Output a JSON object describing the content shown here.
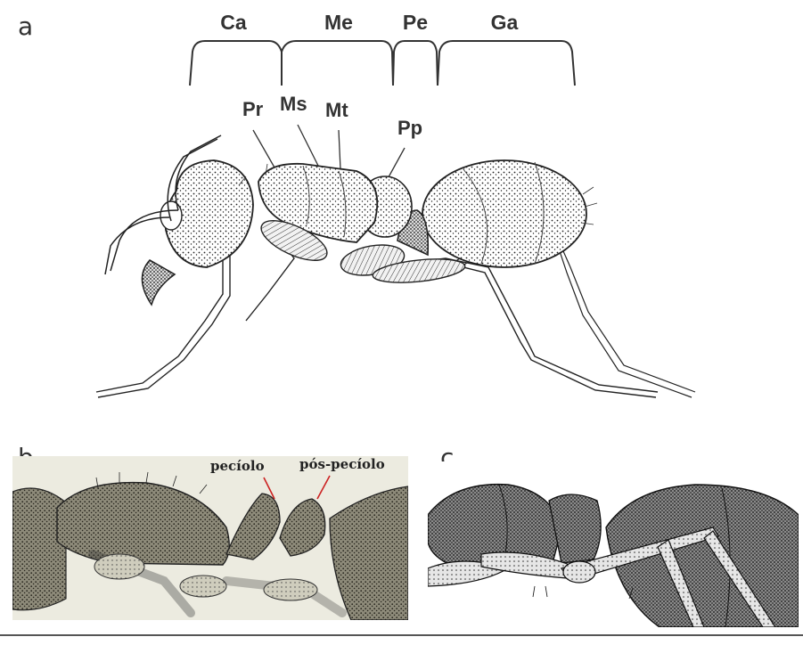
{
  "panels": {
    "a": "a",
    "b": "b",
    "c": "c"
  },
  "segments": [
    {
      "label": "Ca"
    },
    {
      "label": "Me"
    },
    {
      "label": "Pe"
    },
    {
      "label": "Ga"
    }
  ],
  "parts": {
    "pr": "Pr",
    "ms": "Ms",
    "mt": "Mt",
    "pp": "Pp"
  },
  "inset_b": {
    "peciolo": "pecíolo",
    "pos_peciolo": "pós-pecíolo",
    "pointer_color": "#cc2222"
  },
  "colors": {
    "text": "#333333",
    "ink": "#1a1a1a",
    "paper_b": "#ecebe0"
  }
}
